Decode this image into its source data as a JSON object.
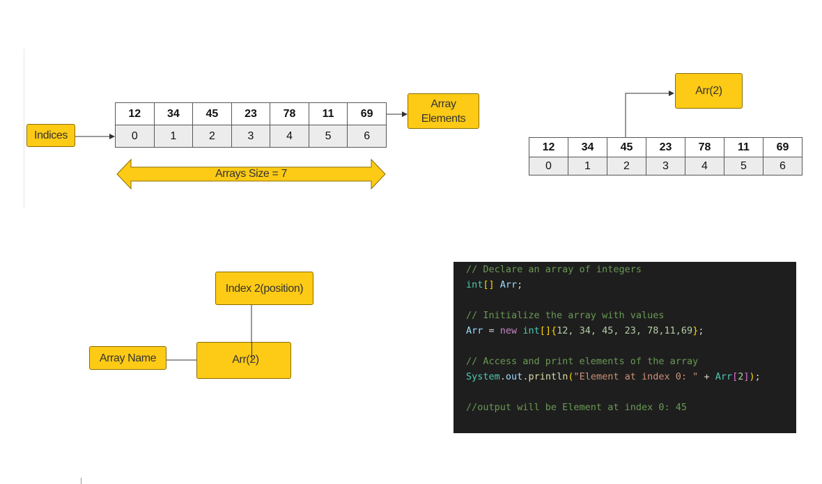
{
  "diagram1": {
    "indices_label": "Indices",
    "elements_label_line1": "Array",
    "elements_label_line2": "Elements",
    "values": [
      "12",
      "34",
      "45",
      "23",
      "78",
      "11",
      "69"
    ],
    "indices": [
      "0",
      "1",
      "2",
      "3",
      "4",
      "5",
      "6"
    ],
    "size_label": "Arrays Size = 7"
  },
  "diagram2": {
    "access_label": "Arr(2)",
    "values": [
      "12",
      "34",
      "45",
      "23",
      "78",
      "11",
      "69"
    ],
    "indices": [
      "0",
      "1",
      "2",
      "3",
      "4",
      "5",
      "6"
    ]
  },
  "diagram3": {
    "index_label": "Index 2(position)",
    "name_label": "Array Name",
    "access_label": "Arr(2)"
  },
  "code": {
    "line1_comment": "// Declare an array of integers",
    "line2_type": "int",
    "line2_brackets": "[]",
    "line2_var": " Arr",
    "line2_semi": ";",
    "line4_comment": "// Initialize the array with values",
    "line5_var": "Arr",
    "line5_eq": " = ",
    "line5_new": "new",
    "line5_space": " ",
    "line5_type": "int",
    "line5_brackets": "[]",
    "line5_open": "{",
    "line5_nums": "12, 34, 45, 23, 78,11,69",
    "line5_close": "}",
    "line5_semi": ";",
    "line7_comment": "// Access and print elements of the array",
    "line8_sys": "System",
    "line8_dot1": ".",
    "line8_out": "out",
    "line8_dot2": ".",
    "line8_fn": "println",
    "line8_open": "(",
    "line8_str": "\"Element at index 0: \"",
    "line8_plus": " + ",
    "line8_var": "Arr",
    "line8_bopen": "[",
    "line8_num": "2",
    "line8_bclose": "]",
    "line8_close": ")",
    "line8_semi": ";",
    "line10_comment": "//output will be Element at index 0: 45"
  }
}
